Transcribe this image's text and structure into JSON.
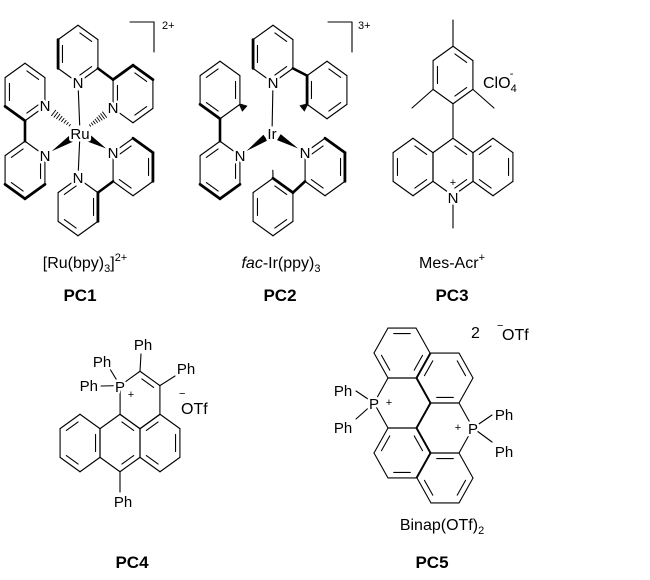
{
  "molecules": [
    {
      "id": "PC1",
      "caption": {
        "main": "[Ru(bpy)",
        "sub": "3",
        "tail": "]",
        "sup": "2+"
      },
      "charge": "2+",
      "atoms": {
        "metal": "Ru",
        "n": "N"
      }
    },
    {
      "id": "PC2",
      "caption": {
        "italic": "fac",
        "main": "-Ir(ppy)",
        "sub": "3"
      },
      "charge": "3+",
      "atoms": {
        "metal": "Ir",
        "n": "N"
      }
    },
    {
      "id": "PC3",
      "caption": {
        "main": "Mes-Acr",
        "sup": "+"
      },
      "counterion": {
        "main": "ClO",
        "sub": "4",
        "sup": "-"
      },
      "atoms": {
        "n": "N",
        "plus": "+"
      }
    },
    {
      "id": "PC4",
      "counterion": {
        "minus": "−",
        "main": "OTf"
      },
      "atoms": {
        "p": "P",
        "plus": "+",
        "ph": "Ph"
      }
    },
    {
      "id": "PC5",
      "caption": {
        "main": "Binap(OTf)",
        "sub": "2"
      },
      "counterion": {
        "count": "2",
        "minus": "−",
        "main": "OTf"
      },
      "atoms": {
        "p": "P",
        "plus": "+",
        "ph": "Ph"
      }
    }
  ]
}
